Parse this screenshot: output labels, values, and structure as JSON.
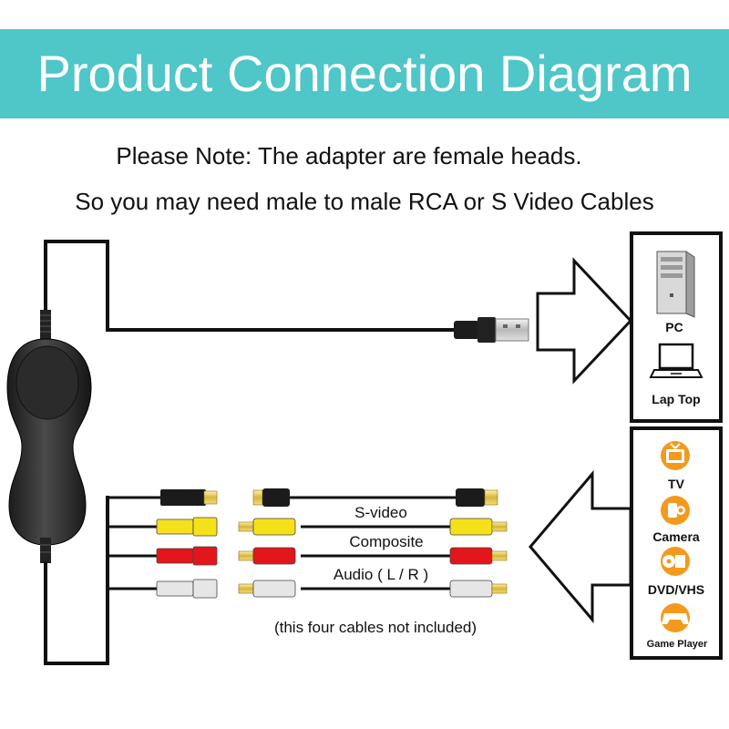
{
  "title": "Product Connection Diagram",
  "note_line1": "Please Note:  The adapter are female heads.",
  "note_line2": "So you may need male to male RCA or S Video Cables",
  "cables": {
    "svideo": "S-video",
    "composite": "Composite",
    "audio": "Audio ( L / R )",
    "footnote": "(this four cables not included)"
  },
  "computer_devices": {
    "pc": "PC",
    "laptop": "Lap Top"
  },
  "video_devices": {
    "tv": "TV",
    "camera": "Camera",
    "dvd": "DVD/VHS",
    "game": "Game Player"
  },
  "colors": {
    "banner": "#4fc6c8",
    "video_yellow": "#f5e11a",
    "audio_red": "#e3161b",
    "audio_white": "#e6e6e6",
    "device_orange": "#f39a1e"
  }
}
